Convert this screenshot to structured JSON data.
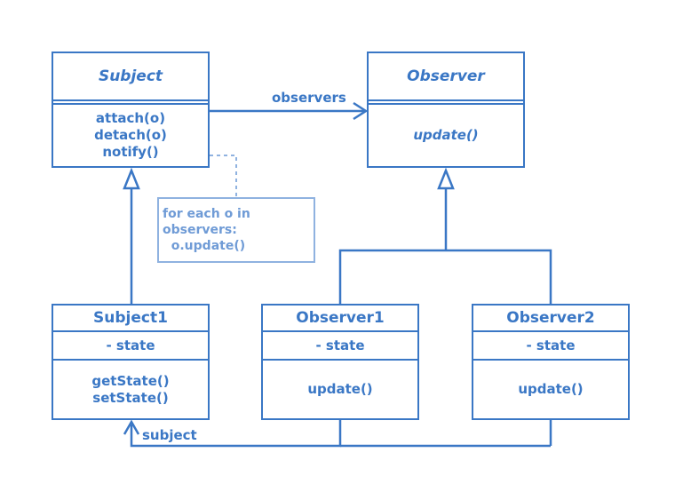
{
  "classes": {
    "subject": {
      "name": "Subject",
      "methods": [
        "attach(o)",
        "detach(o)",
        "notify()"
      ]
    },
    "observer": {
      "name": "Observer",
      "methods": [
        "update()"
      ]
    },
    "subject1": {
      "name": "Subject1",
      "attributes": [
        "- state"
      ],
      "methods": [
        "getState()",
        "setState()"
      ]
    },
    "observer1": {
      "name": "Observer1",
      "attributes": [
        "- state"
      ],
      "methods": [
        "update()"
      ]
    },
    "observer2": {
      "name": "Observer2",
      "attributes": [
        "- state"
      ],
      "methods": [
        "update()"
      ]
    }
  },
  "note": {
    "lines": [
      "for each o in",
      "observers:",
      "  o.update()"
    ]
  },
  "labels": {
    "observers": "observers",
    "subject": "subject"
  },
  "colors": {
    "line": "#3a77c5",
    "note": "#8fb2e0",
    "note_text": "#6f9bd6"
  }
}
